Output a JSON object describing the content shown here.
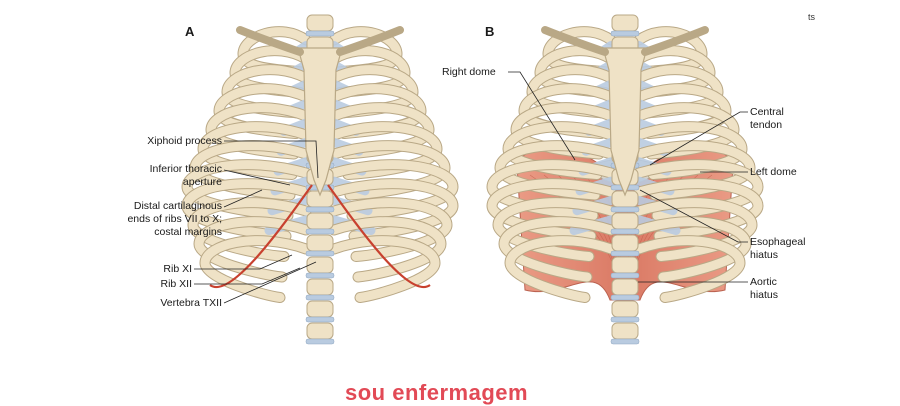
{
  "panels": {
    "a": {
      "letter": "A"
    },
    "b": {
      "letter": "B"
    }
  },
  "corner_text": "ts",
  "labels_a": {
    "xiphoid": "Xiphoid process",
    "inferior_1": "Inferior thoracic",
    "inferior_2": "aperture",
    "distal_1": "Distal cartilaginous",
    "distal_2": "ends of ribs VII to X;",
    "distal_3": "costal margins",
    "rib11": "Rib XI",
    "rib12": "Rib XII",
    "vertebra": "Vertebra TXII"
  },
  "labels_b": {
    "right_dome": "Right dome",
    "central_1": "Central",
    "central_2": "tendon",
    "left_dome": "Left dome",
    "esoph_1": "Esophageal",
    "esoph_2": "hiatus",
    "aortic_1": "Aortic",
    "aortic_2": "hiatus"
  },
  "watermark": "sou enfermagem",
  "colors": {
    "bone": "#efe2c6",
    "bone_edge": "#b9a886",
    "cartilage": "#b9cbe0",
    "diaphragm": "#df7f6a",
    "costal_red": "#c8412f",
    "watermark": "#e24a56"
  }
}
